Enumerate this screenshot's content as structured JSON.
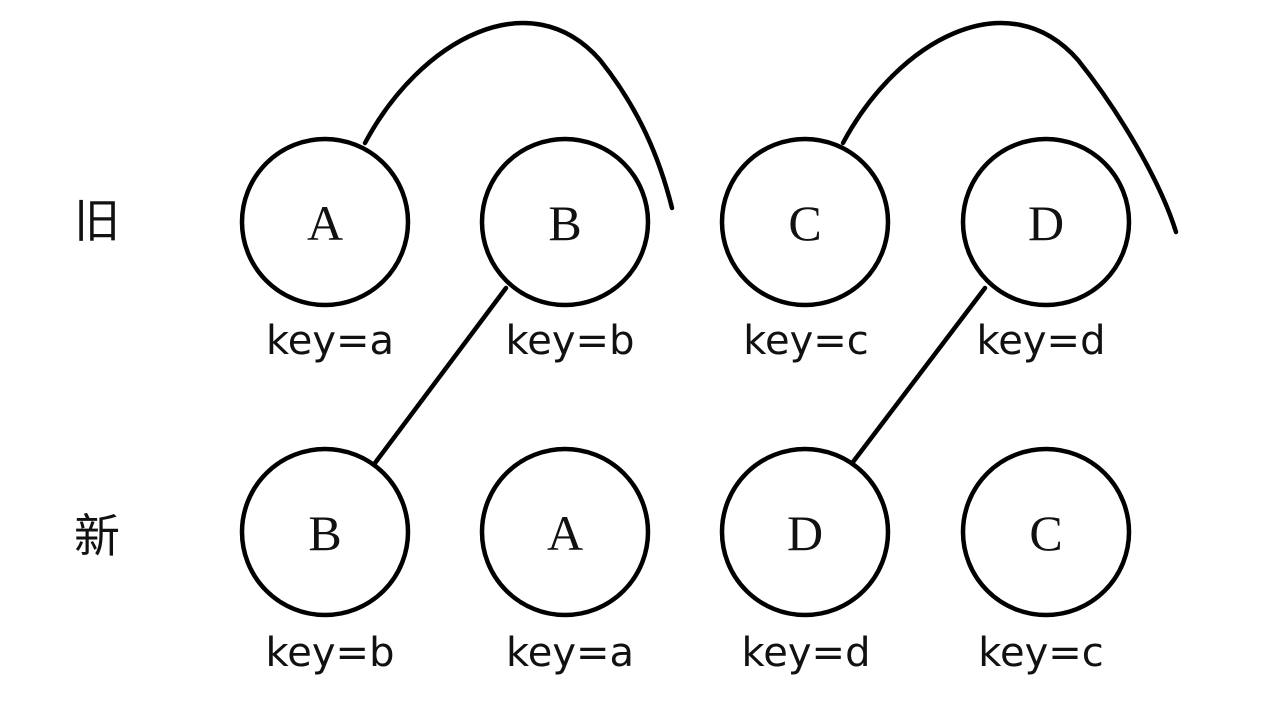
{
  "rows": {
    "old": {
      "label": "旧"
    },
    "new": {
      "label": "新"
    }
  },
  "old_nodes": [
    {
      "letter": "A",
      "key": "key=a"
    },
    {
      "letter": "B",
      "key": "key=b"
    },
    {
      "letter": "C",
      "key": "key=c"
    },
    {
      "letter": "D",
      "key": "key=d"
    }
  ],
  "new_nodes": [
    {
      "letter": "B",
      "key": "key=b"
    },
    {
      "letter": "A",
      "key": "key=a"
    },
    {
      "letter": "D",
      "key": "key=d"
    },
    {
      "letter": "C",
      "key": "key=c"
    }
  ],
  "colors": {
    "stroke": "#000000",
    "text": "#111111",
    "background": "#ffffff"
  }
}
